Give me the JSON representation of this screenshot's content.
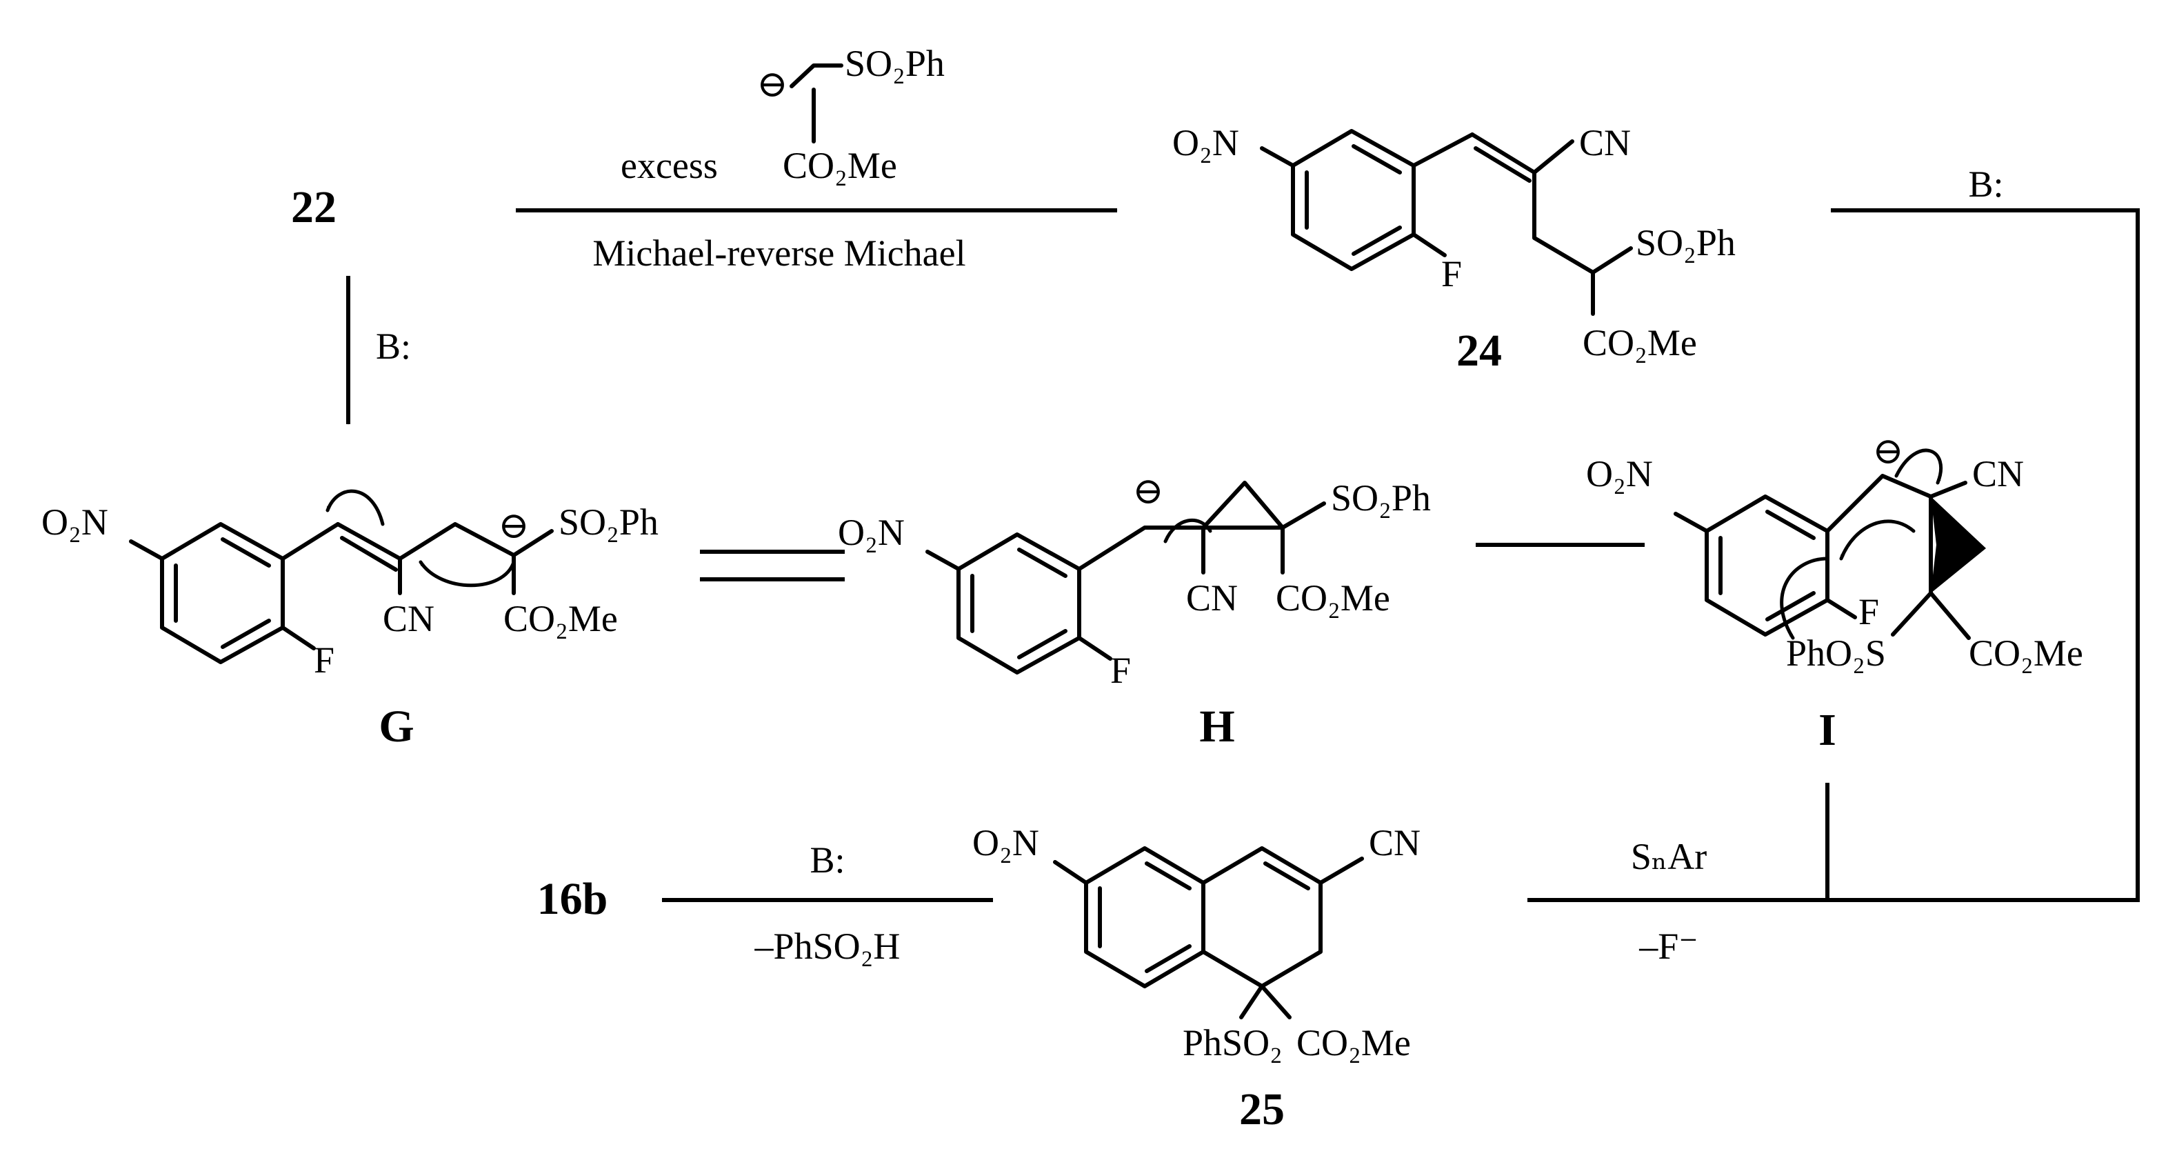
{
  "compounds": {
    "c22": "22",
    "c24": "24",
    "cG": "G",
    "cH": "H",
    "cI": "I",
    "c25": "25",
    "c16b": "16b"
  },
  "groups": {
    "o2n": "O₂N",
    "cn": "CN",
    "f": "F",
    "so2ph": "SO₂Ph",
    "co2me": "CO₂Me",
    "pho2s": "PhO₂S",
    "phso2": "PhSO₂"
  },
  "reagents": {
    "excess": "excess",
    "anion_so2ph": "SO₂Ph",
    "anion_co2me": "CO₂Me",
    "michael": "Michael-reverse Michael",
    "base": "B:",
    "snar": "SₙAr",
    "fluoride": "–F⁻",
    "phso2h": "–PhSO₂H"
  },
  "charge_symbol": "⊖"
}
